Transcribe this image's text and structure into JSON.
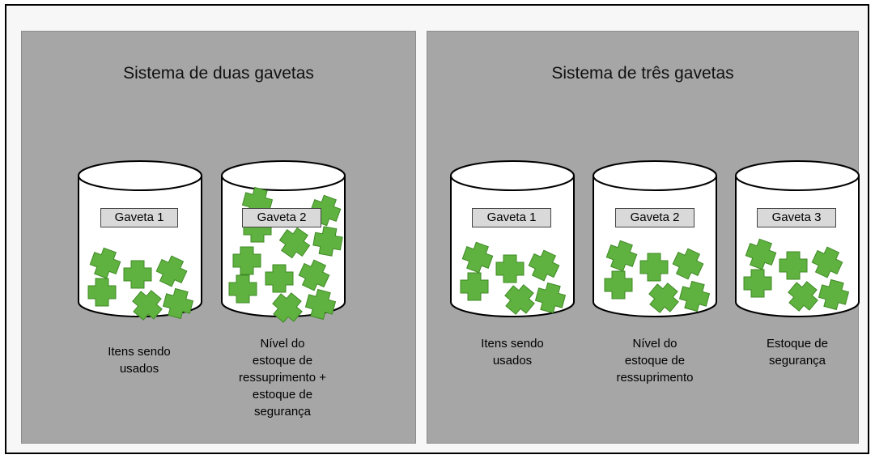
{
  "panels": {
    "left": {
      "title": "Sistema de duas gavetas",
      "drawers": [
        {
          "label": "Gaveta 1",
          "caption": [
            "Itens sendo",
            "usados"
          ]
        },
        {
          "label": "Gaveta 2",
          "caption": [
            "Nível do",
            "estoque de",
            "ressuprimento +",
            "estoque de",
            "segurança"
          ]
        }
      ]
    },
    "right": {
      "title": "Sistema de três gavetas",
      "drawers": [
        {
          "label": "Gaveta 1",
          "caption": [
            "Itens sendo",
            "usados"
          ]
        },
        {
          "label": "Gaveta 2",
          "caption": [
            "Nível do",
            "estoque de",
            "ressuprimento"
          ]
        },
        {
          "label": "Gaveta 3",
          "caption": [
            "Estoque de",
            "segurança"
          ]
        }
      ]
    }
  },
  "colors": {
    "panel": "#a6a6a6",
    "item_fill": "#5fb23f",
    "item_stroke": "#3f8a26",
    "label_bg": "#d9d9d9"
  }
}
